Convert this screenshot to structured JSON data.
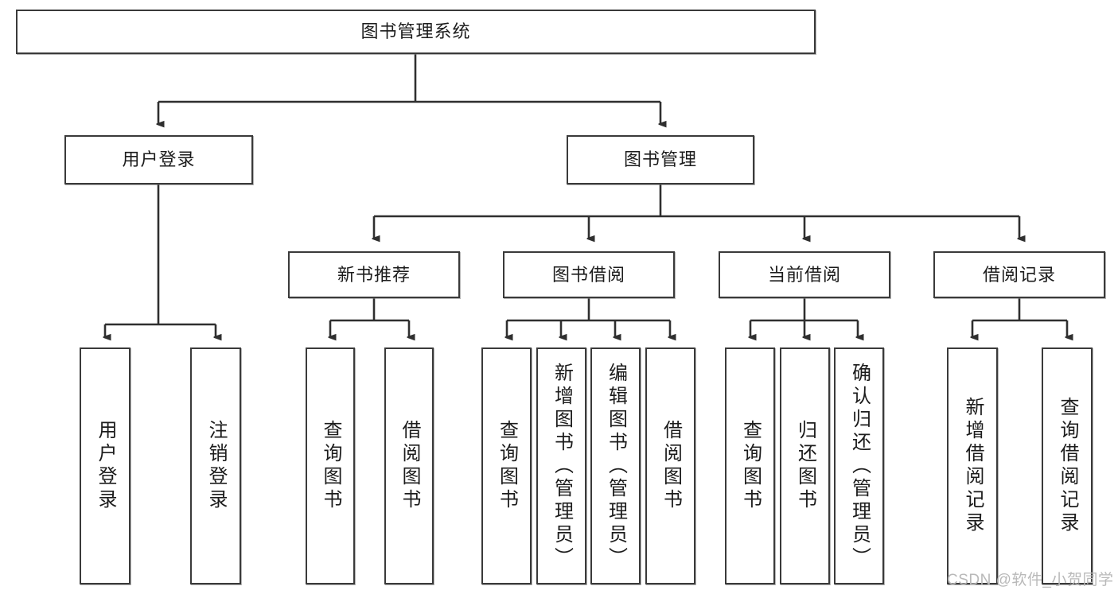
{
  "diagram": {
    "title": "图书管理系统",
    "type": "tree",
    "orientation": "top-down",
    "colors": {
      "box_border": "#3a3a3a",
      "box_fill": "#ffffff",
      "connector": "#2f2f2f",
      "text": "#1c1c1c",
      "watermark": "#b9b9b9",
      "background": "#ffffff"
    },
    "root": {
      "id": "root",
      "label": "图书管理系统",
      "text_orientation": "horizontal"
    },
    "level2": [
      {
        "id": "user-login",
        "label": "用户登录",
        "text_orientation": "horizontal",
        "children": [
          {
            "id": "user-login-action",
            "label": "用户登录",
            "text_orientation": "vertical"
          },
          {
            "id": "user-logout-action",
            "label": "注销登录",
            "text_orientation": "vertical"
          }
        ]
      },
      {
        "id": "book-management",
        "label": "图书管理",
        "text_orientation": "horizontal",
        "children": [
          {
            "id": "new-book-recommend",
            "label": "新书推荐",
            "text_orientation": "horizontal",
            "children": [
              {
                "id": "query-book-1",
                "label": "查询图书",
                "text_orientation": "vertical"
              },
              {
                "id": "borrow-book-1",
                "label": "借阅图书",
                "text_orientation": "vertical"
              }
            ]
          },
          {
            "id": "book-borrow",
            "label": "图书借阅",
            "text_orientation": "horizontal",
            "children": [
              {
                "id": "query-book-2",
                "label": "查询图书",
                "text_orientation": "vertical"
              },
              {
                "id": "add-book-admin",
                "label": "新增图书（管理员）",
                "text_orientation": "vertical"
              },
              {
                "id": "edit-book-admin",
                "label": "编辑图书（管理员）",
                "text_orientation": "vertical"
              },
              {
                "id": "borrow-book-2",
                "label": "借阅图书",
                "text_orientation": "vertical"
              }
            ]
          },
          {
            "id": "current-borrow",
            "label": "当前借阅",
            "text_orientation": "horizontal",
            "children": [
              {
                "id": "query-book-3",
                "label": "查询图书",
                "text_orientation": "vertical"
              },
              {
                "id": "return-book",
                "label": "归还图书",
                "text_orientation": "vertical"
              },
              {
                "id": "confirm-return-admin",
                "label": "确认归还（管理员）",
                "text_orientation": "vertical"
              }
            ]
          },
          {
            "id": "borrow-record",
            "label": "借阅记录",
            "text_orientation": "horizontal",
            "children": [
              {
                "id": "add-borrow-record",
                "label": "新增借阅记录",
                "text_orientation": "vertical"
              },
              {
                "id": "query-borrow-record",
                "label": "查询借阅记录",
                "text_orientation": "vertical"
              }
            ]
          }
        ]
      }
    ]
  },
  "watermark": {
    "text": "CSDN @软件_小贺同学"
  }
}
